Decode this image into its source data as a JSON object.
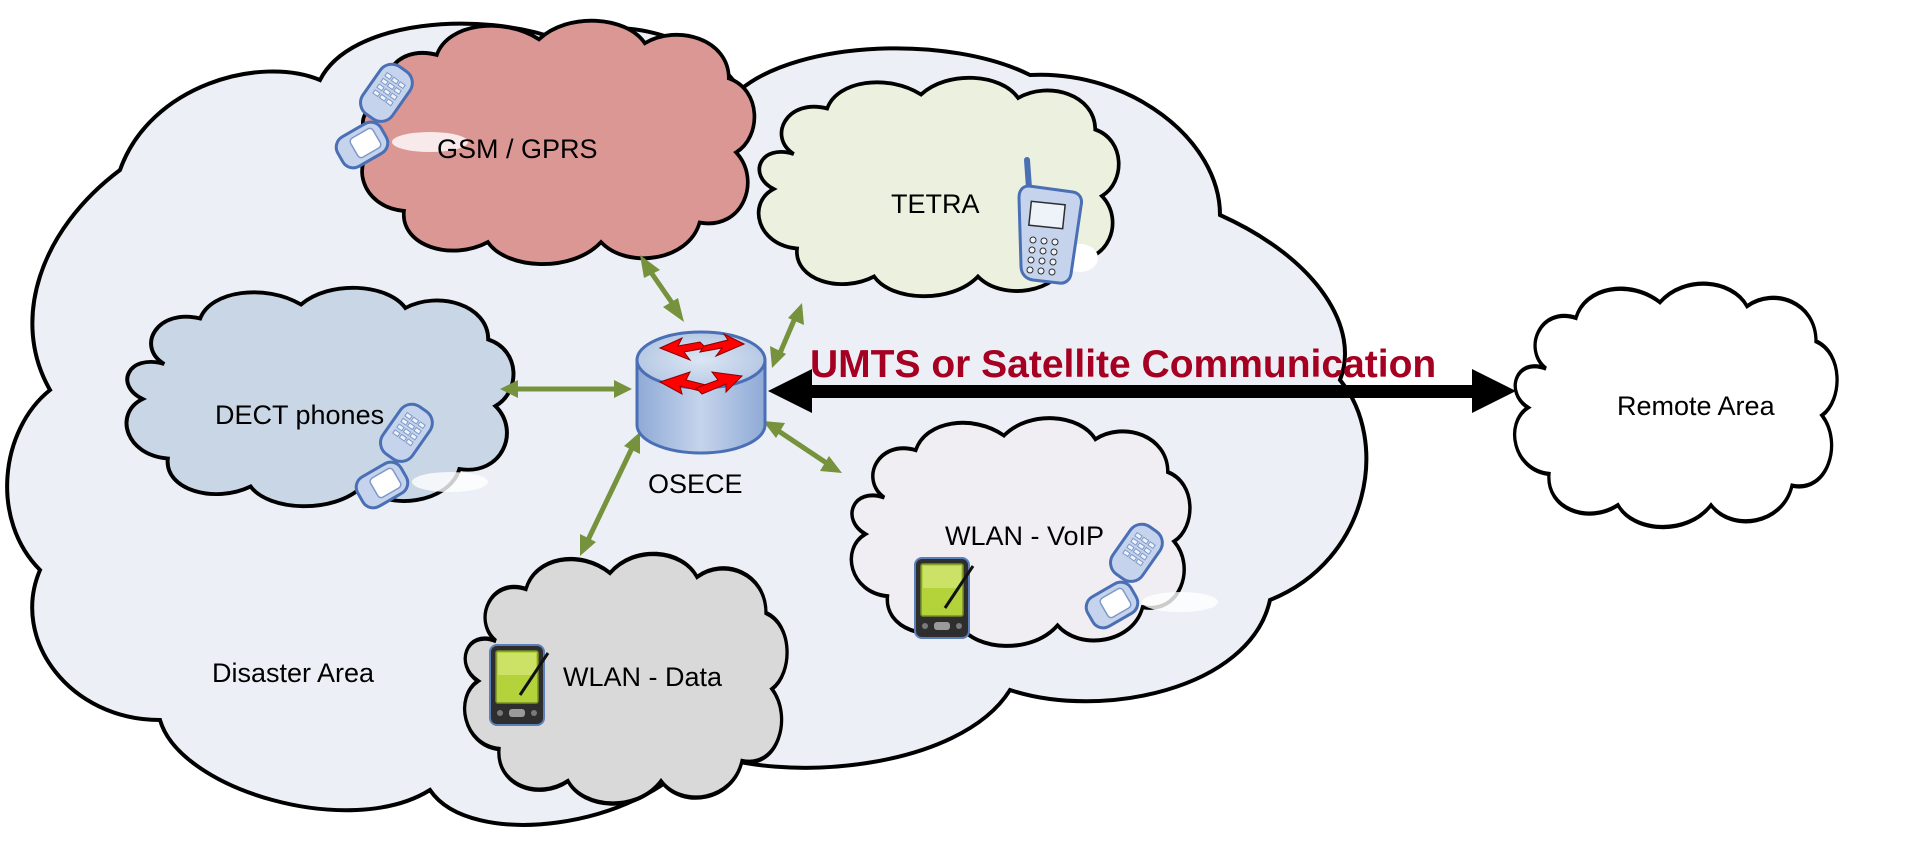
{
  "diagram": {
    "labels": {
      "disaster_area": "Disaster Area",
      "gsm": "GSM / GPRS",
      "tetra": "TETRA",
      "dect": "DECT phones",
      "wlan_data": "WLAN - Data",
      "wlan_voip": "WLAN - VoIP",
      "osece": "OSECE",
      "umts": "UMTS or Satellite Communication",
      "remote_area": "Remote Area"
    },
    "colors": {
      "disaster_area_fill": "#ECF0F6",
      "gsm_fill": "#DA9794",
      "tetra_fill": "#EBF1DE",
      "dect_fill": "#C9D6E6",
      "wlan_data_fill": "#D9D9D9",
      "wlan_voip_fill": "#F0EDF3",
      "remote_fill": "#FFFFFF",
      "link_arrow": "#76923C",
      "umts_text": "#A50021",
      "router_body": "#A9C0E4",
      "router_arrows": "#FF0000"
    },
    "icons": {
      "gsm": "flip-phone-icon",
      "tetra": "tetra-handset-icon",
      "dect": "flip-phone-icon",
      "wlan_voip_phone": "flip-phone-icon",
      "wlan_voip_pda": "pda-icon",
      "wlan_data": "pda-icon",
      "osece": "router-icon"
    }
  }
}
